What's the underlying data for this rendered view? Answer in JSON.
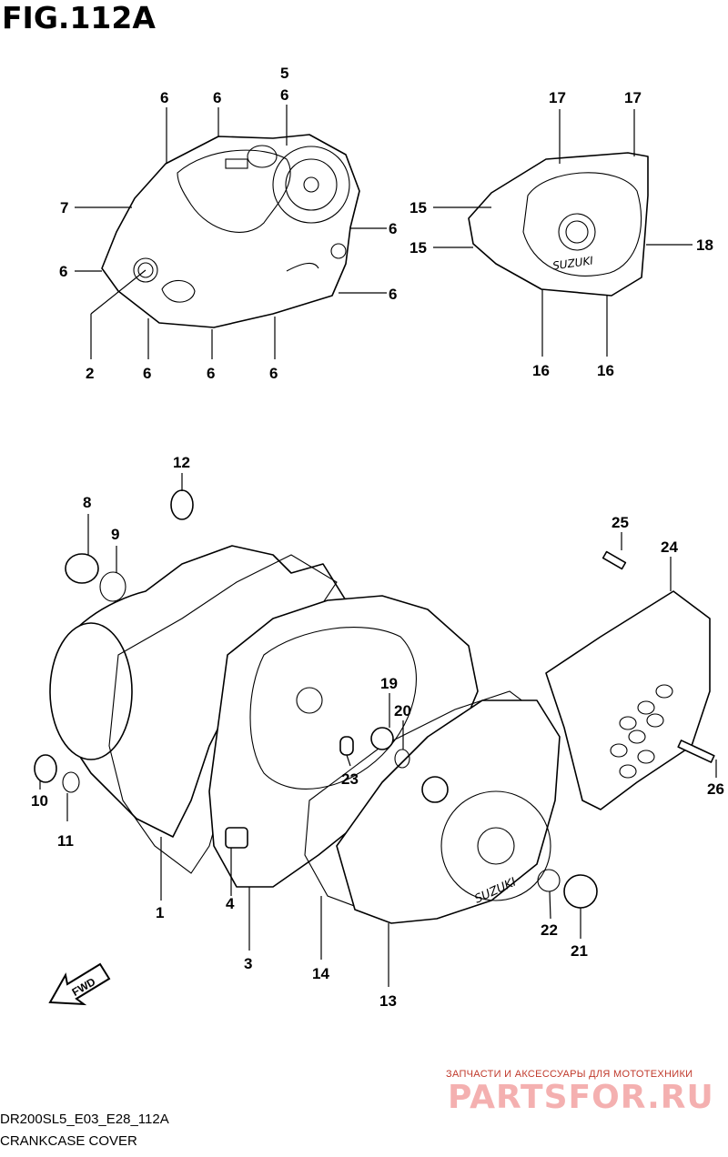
{
  "figure": {
    "title": "FIG.112A"
  },
  "callouts": {
    "c1": "1",
    "c2": "2",
    "c3": "3",
    "c4": "4",
    "c5": "5",
    "c6": "6",
    "c7": "7",
    "c8": "8",
    "c9": "9",
    "c10": "10",
    "c11": "11",
    "c12": "12",
    "c13": "13",
    "c14": "14",
    "c15": "15",
    "c16": "16",
    "c17": "17",
    "c18": "18",
    "c19": "19",
    "c20": "20",
    "c21": "21",
    "c22": "22",
    "c23": "23",
    "c24": "24",
    "c25": "25",
    "c26": "26"
  },
  "cover_logo": "SUZUKI",
  "fwd_label": "FWD",
  "watermark": {
    "subtitle": "ЗАПЧАСТИ И АКСЕССУАРЫ ДЛЯ МОТОТЕХНИКИ",
    "brand": "PARTSFOR.RU"
  },
  "footer": {
    "code": "DR200SL5_E03_E28_112A",
    "name": "CRANKCASE COVER"
  }
}
